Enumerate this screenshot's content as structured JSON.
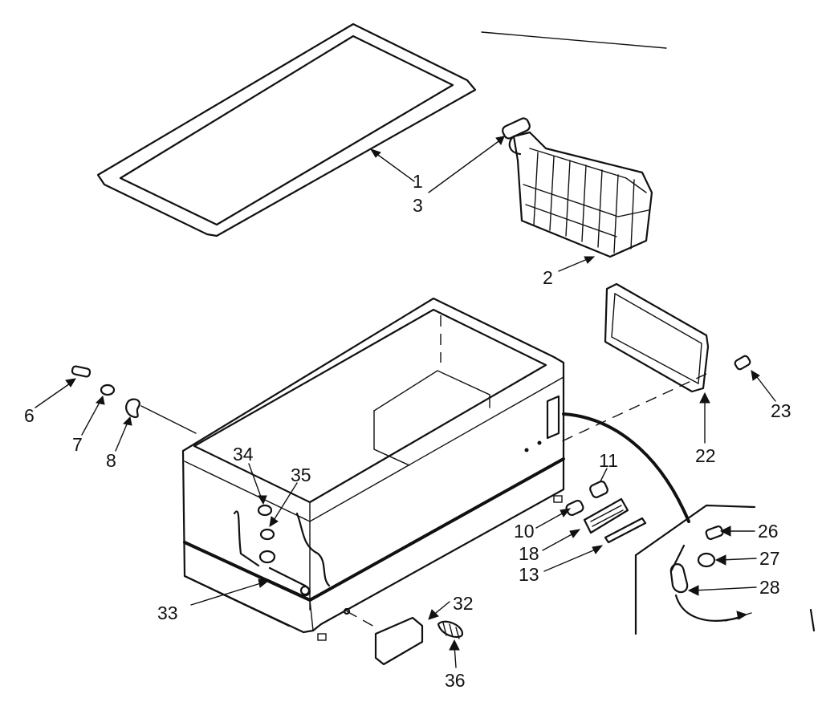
{
  "diagram": {
    "type": "exploded-parts-view",
    "callouts": [
      {
        "id": "c1",
        "label": "1"
      },
      {
        "id": "c3",
        "label": "3"
      },
      {
        "id": "c2",
        "label": "2"
      },
      {
        "id": "c6",
        "label": "6"
      },
      {
        "id": "c7",
        "label": "7"
      },
      {
        "id": "c8",
        "label": "8"
      },
      {
        "id": "c34",
        "label": "34"
      },
      {
        "id": "c35",
        "label": "35"
      },
      {
        "id": "c11",
        "label": "11"
      },
      {
        "id": "c22",
        "label": "22"
      },
      {
        "id": "c23",
        "label": "23"
      },
      {
        "id": "c10",
        "label": "10"
      },
      {
        "id": "c18",
        "label": "18"
      },
      {
        "id": "c13",
        "label": "13"
      },
      {
        "id": "c26",
        "label": "26"
      },
      {
        "id": "c27",
        "label": "27"
      },
      {
        "id": "c28",
        "label": "28"
      },
      {
        "id": "c33",
        "label": "33"
      },
      {
        "id": "c32",
        "label": "32"
      },
      {
        "id": "c36",
        "label": "36"
      }
    ]
  }
}
